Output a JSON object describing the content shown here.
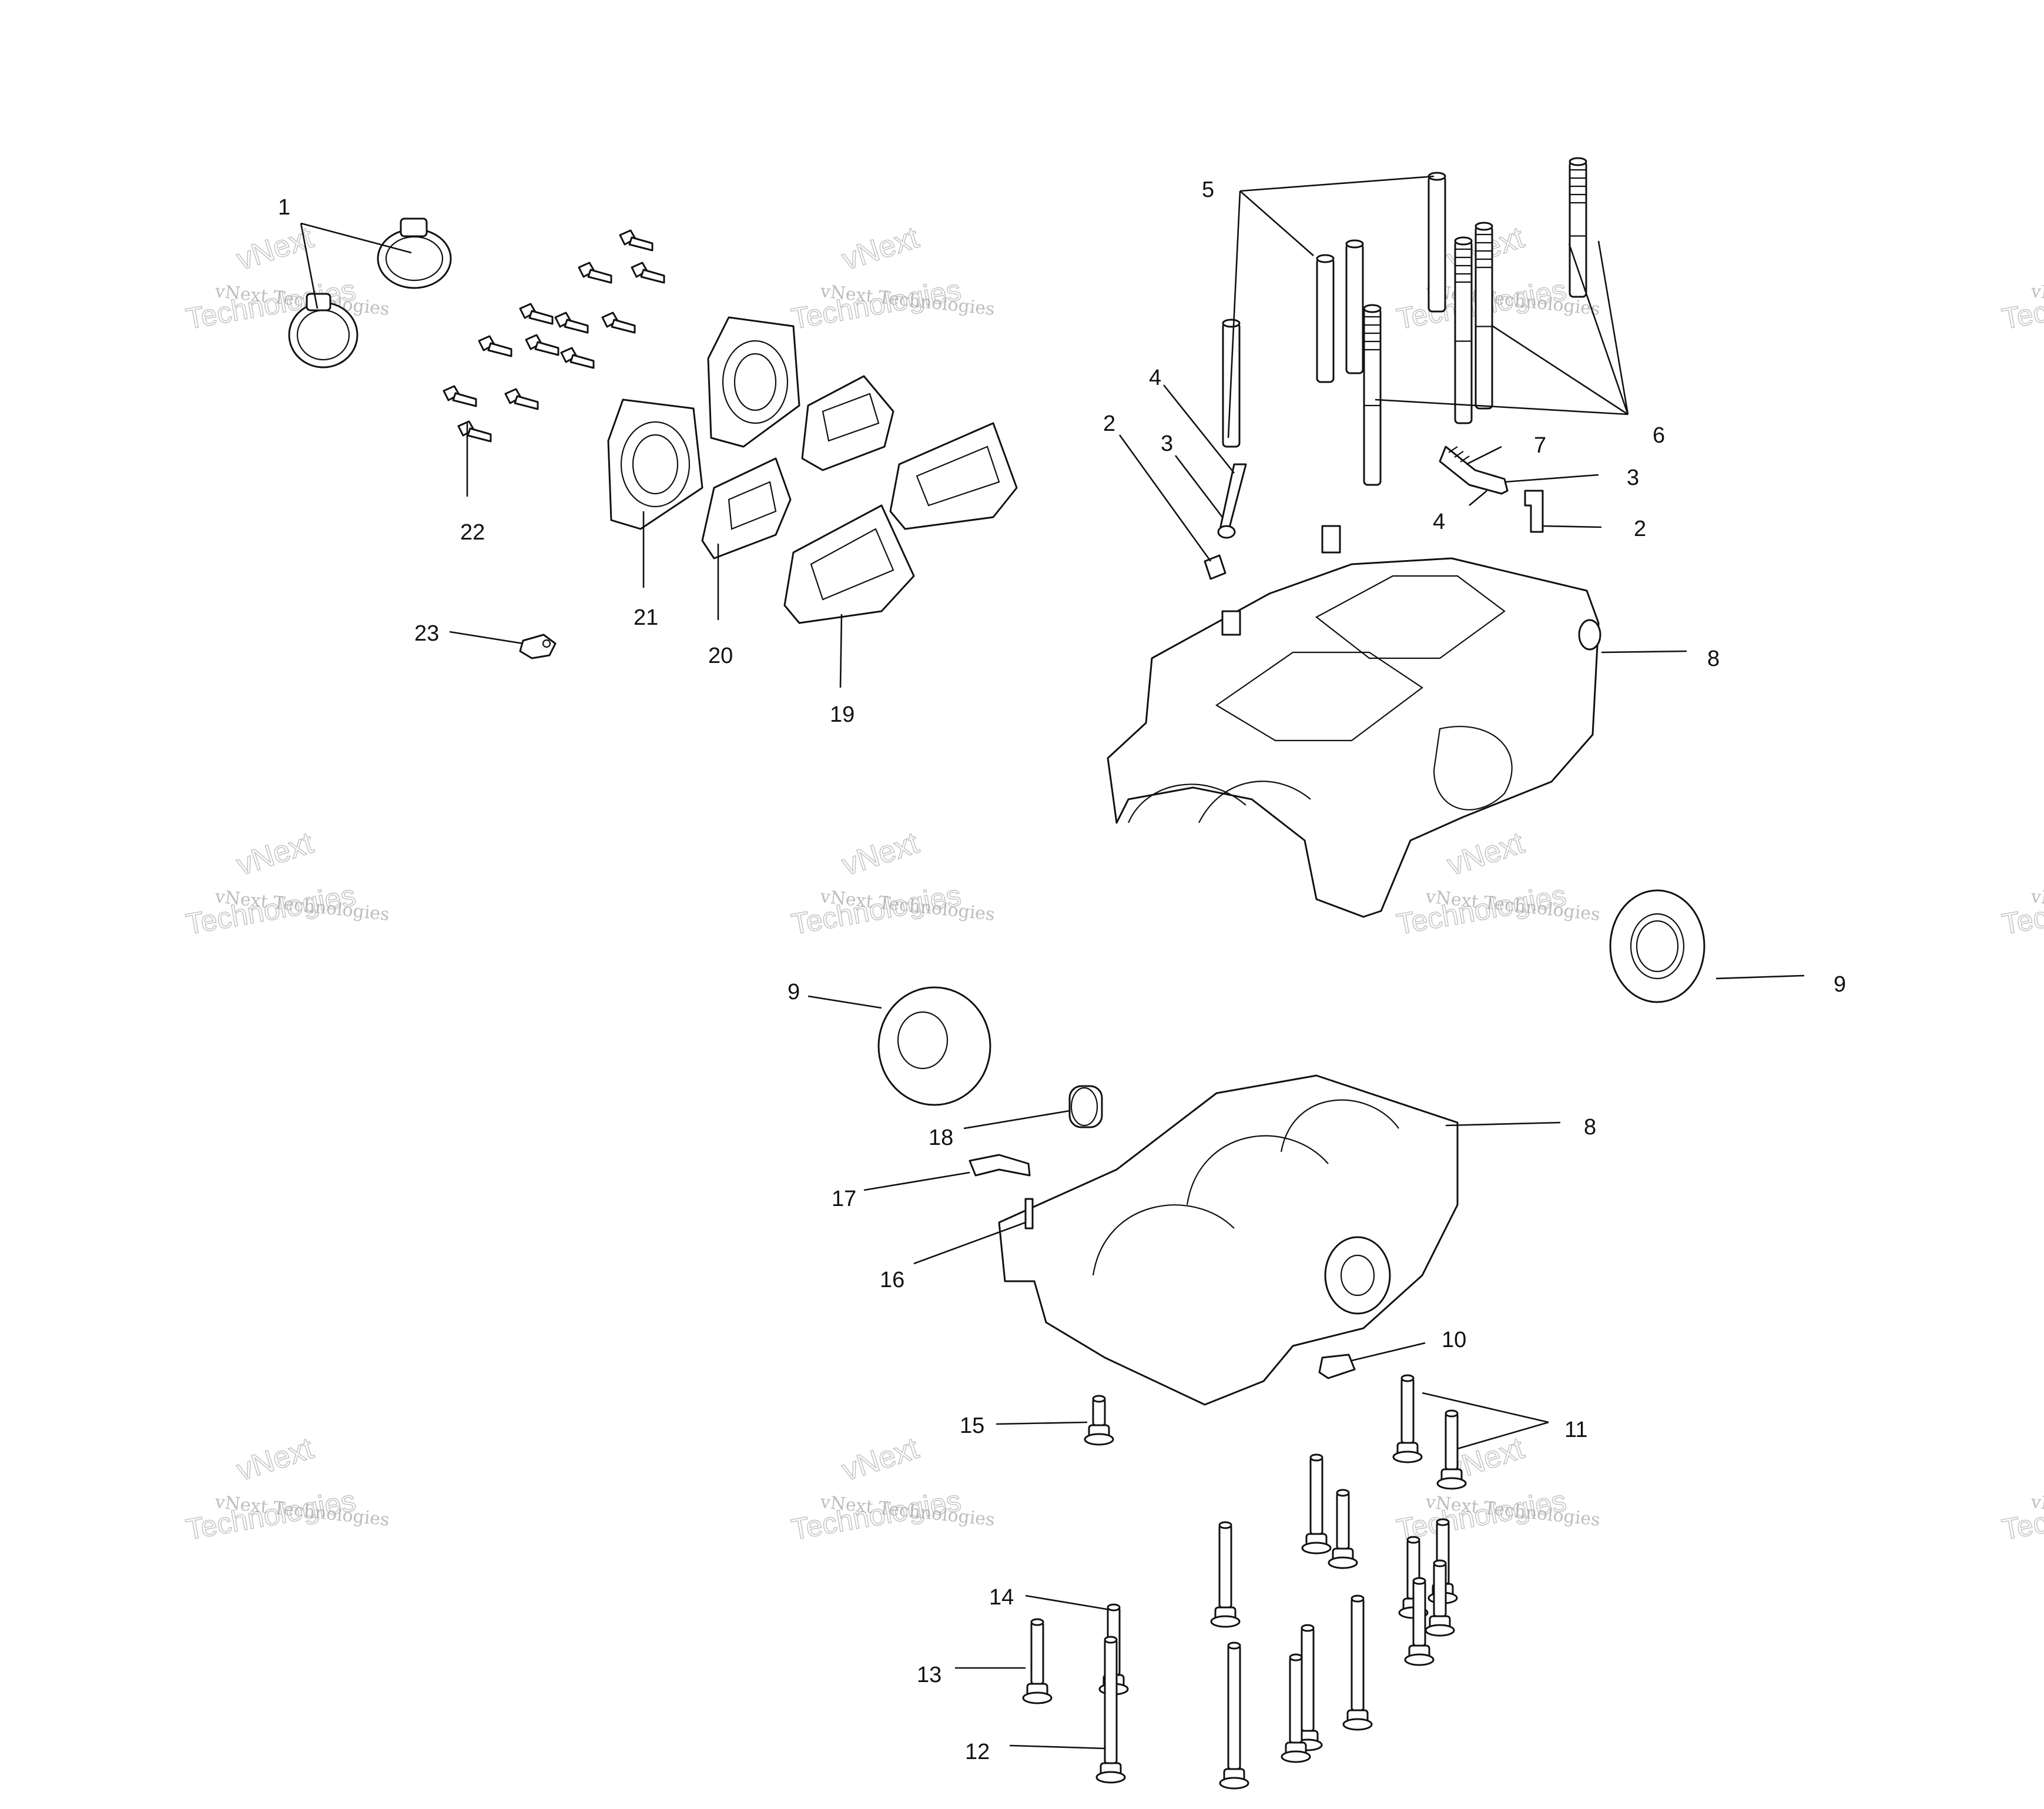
{
  "callouts": [
    "1",
    "2",
    "3",
    "4",
    "5",
    "6",
    "7",
    "3",
    "4",
    "2",
    "8",
    "8",
    "9",
    "9",
    "10",
    "11",
    "12",
    "13",
    "14",
    "15",
    "16",
    "17",
    "18",
    "19",
    "20",
    "21",
    "22",
    "23"
  ],
  "watermark": {
    "line1": "vNext",
    "line2": "vNext Technologies",
    "line3": "Technologies"
  }
}
